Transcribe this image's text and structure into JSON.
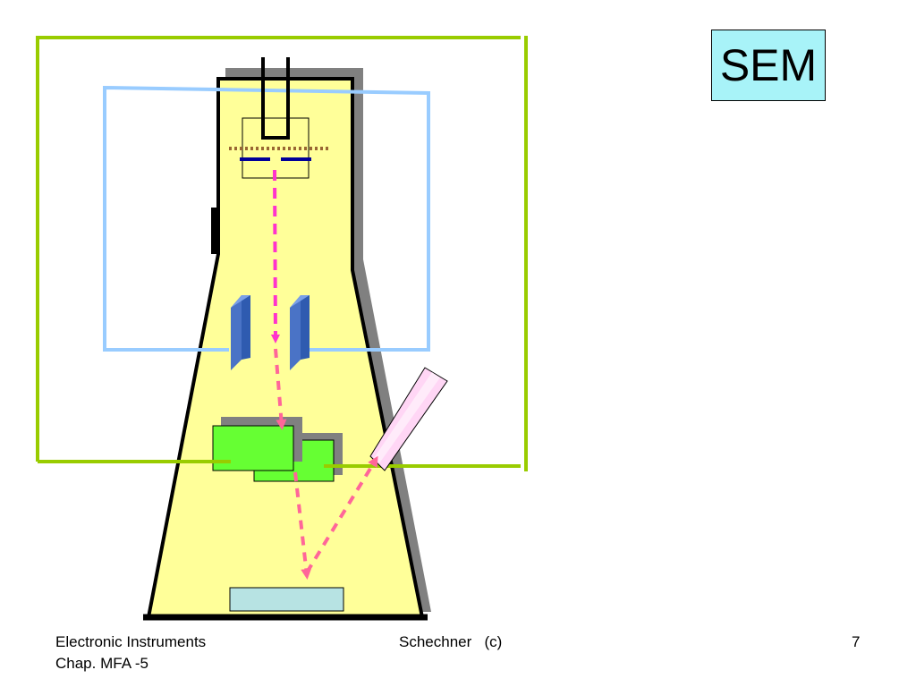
{
  "slide": {
    "title": "SEM",
    "footer": {
      "course": "Electronic Instruments",
      "chapter": "Chap. MFA -5",
      "author": "Schechner   (c)",
      "page_number": "7"
    }
  },
  "colors": {
    "background": "#ffffff",
    "column_fill": "#ffff99",
    "shadow": "#808080",
    "outer_frame": "#99cc00",
    "inner_frame": "#99ccff",
    "scan_plates": "#5b86d6",
    "detector_blocks": "#66ff33",
    "specimen": "#b7e3e3",
    "beam_primary": "#ff33cc",
    "beam_secondary": "#ff6699",
    "collector_tube": "#ffd6f5",
    "dotted_line": "#996633",
    "aperture": "#000099",
    "title_fill": "#a8f3f8"
  }
}
